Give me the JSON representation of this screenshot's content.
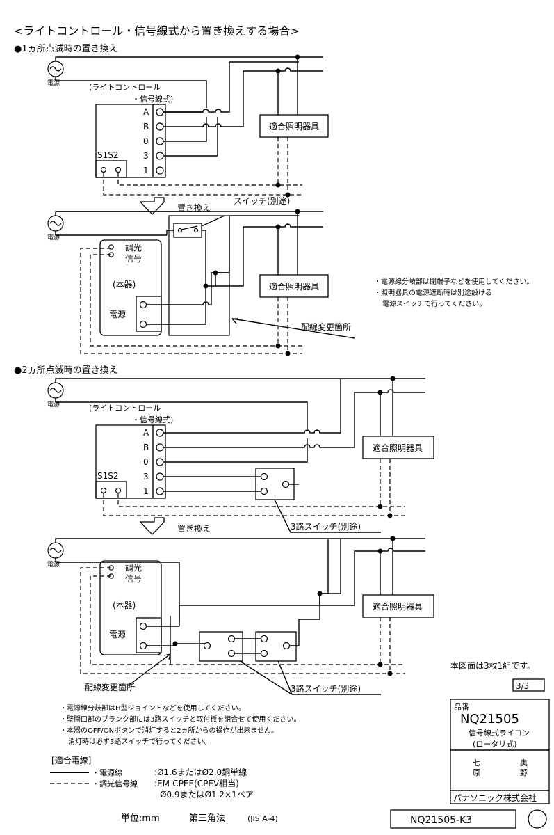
{
  "title": "<ライトコントロール・信号線式から置き換えする場合>",
  "section1": {
    "heading": "●1ヵ所点滅時の置き換え",
    "power_label": "電源",
    "old_unit": {
      "name_line1": "(ライトコントロール",
      "name_line2": "・信号線式)",
      "terminals": [
        "A",
        "B",
        "0",
        "3",
        "1"
      ],
      "s_label": "S1S2"
    },
    "fixture_label": "適合照明器具",
    "replace_label": "置き換え",
    "switch_label": "スイッチ(別途)",
    "new_unit": {
      "dimmer_line1": "調光",
      "dimmer_line2": "信号",
      "body_label": "(本器)",
      "power_label": "電源"
    },
    "change_label": "配線変更箇所",
    "notes": [
      "・電源線分岐部は閉端子などを使用してください。",
      "・照明器具の電源遮断時は別途設ける",
      "電源スイッチで行ってください。"
    ]
  },
  "section2": {
    "heading": "●2ヵ所点滅時の置き換え",
    "power_label": "電源",
    "old_unit": {
      "name_line1": "(ライトコントロール",
      "name_line2": "・信号線式)",
      "terminals": [
        "A",
        "B",
        "0",
        "3",
        "1"
      ],
      "s_label": "S1S2"
    },
    "fixture_label": "適合照明器具",
    "replace_label": "置き換え",
    "three_way_label": "3路スイッチ(別途)",
    "new_unit": {
      "dimmer_line1": "調光",
      "dimmer_line2": "信号",
      "body_label": "(本器)",
      "power_label": "電源"
    },
    "change_label": "配線変更箇所",
    "three_way_label2": "3路スイッチ(別途)"
  },
  "bottom_notes": [
    "・電源線分岐部はH型ジョイントなどを使用してください。",
    "・壁開口部のブランク部には3路スイッチと取付板を組合せて使用ください。",
    "・本器のOFF/ONボタンで消灯すると2ヵ所からの操作が出来ません。",
    "消灯時は必ず3路スイッチで行ってください。"
  ],
  "wires": {
    "heading": "[適合電線]",
    "power_name": "・電源線",
    "power_spec": ":Ø1.6またはØ2.0銅単線",
    "signal_name": "・調光信号線",
    "signal_spec": ":EM-CPEE(CPEV相当)",
    "signal_spec2": "Ø0.9またはØ1.2×1ペア"
  },
  "sheet_note": "本図面は3枚1組です。",
  "sheet_number": "3/3",
  "title_block": {
    "hinban_label": "品番",
    "model": "NQ21505",
    "product_line1": "信号線式ライコン",
    "product_line2": "(ロータリ式)",
    "stamp_left1": "七",
    "stamp_left2": "原",
    "stamp_right1": "奥",
    "stamp_right2": "野",
    "company": "パナソニック株式会社"
  },
  "footer": {
    "unit": "単位:mm",
    "projection": "第三角法",
    "standard": "(JIS A-4)",
    "drawing_number": "NQ21505-K3"
  }
}
